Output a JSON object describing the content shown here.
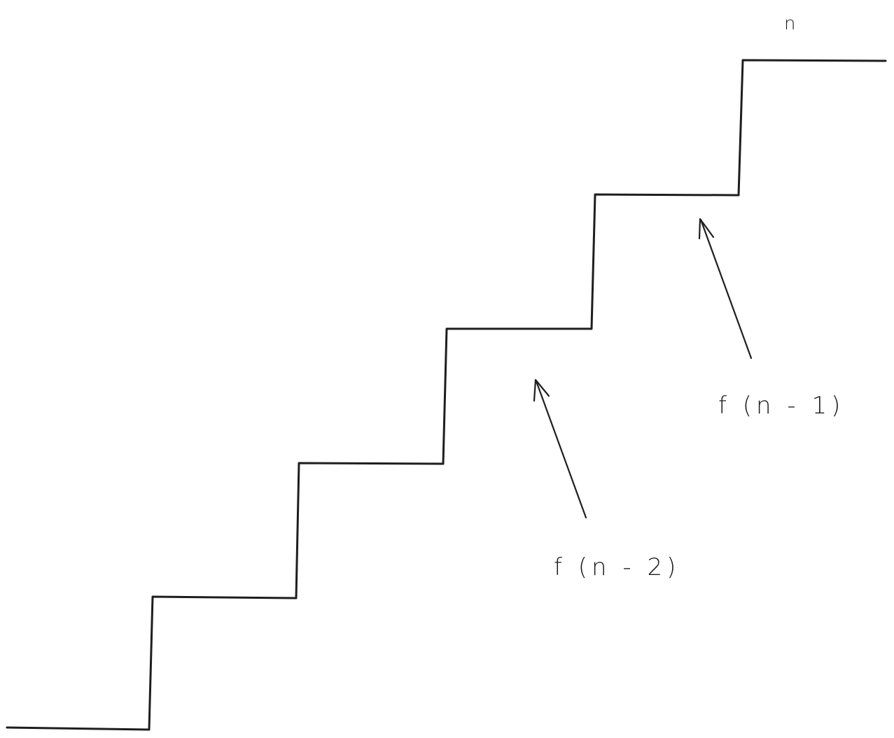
{
  "labels": {
    "top_step": "n",
    "arrow_previous": "f (n - 1)",
    "arrow_two_back": "f (n - 2)"
  },
  "colors": {
    "ink": "#1e1e1e",
    "background": "#ffffff"
  },
  "icons": {
    "arrow": "arrow-icon"
  }
}
